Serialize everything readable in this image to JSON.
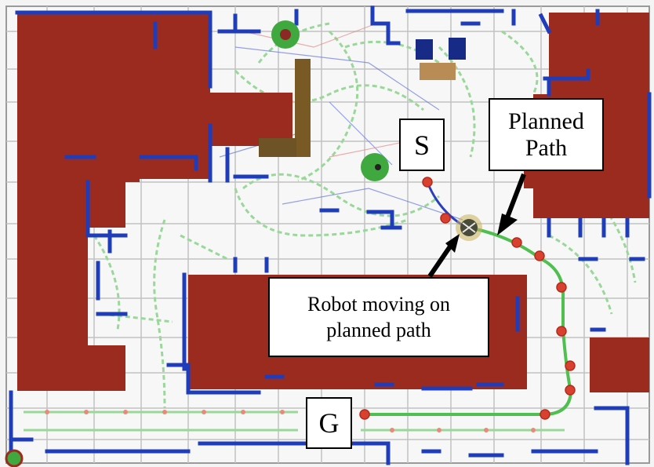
{
  "labels": {
    "start": "S",
    "goal": "G",
    "planned_path_line1": "Planned",
    "planned_path_line2": "Path",
    "robot_line1": "Robot moving on",
    "robot_line2": "planned path"
  },
  "colors": {
    "obstacle": "#9b2a1f",
    "wall": "#1f3dbb",
    "grid": "#b9b9b9",
    "planned_path": "#5cc35c",
    "roadmap": "#9ad89a",
    "waypoint": "#d8412f",
    "robot": "#6e6a3a",
    "furniture": "#8a6a2a",
    "green_node": "#3fa83f"
  },
  "icons": {
    "robot": "robot-icon",
    "waypoint": "waypoint-marker"
  }
}
